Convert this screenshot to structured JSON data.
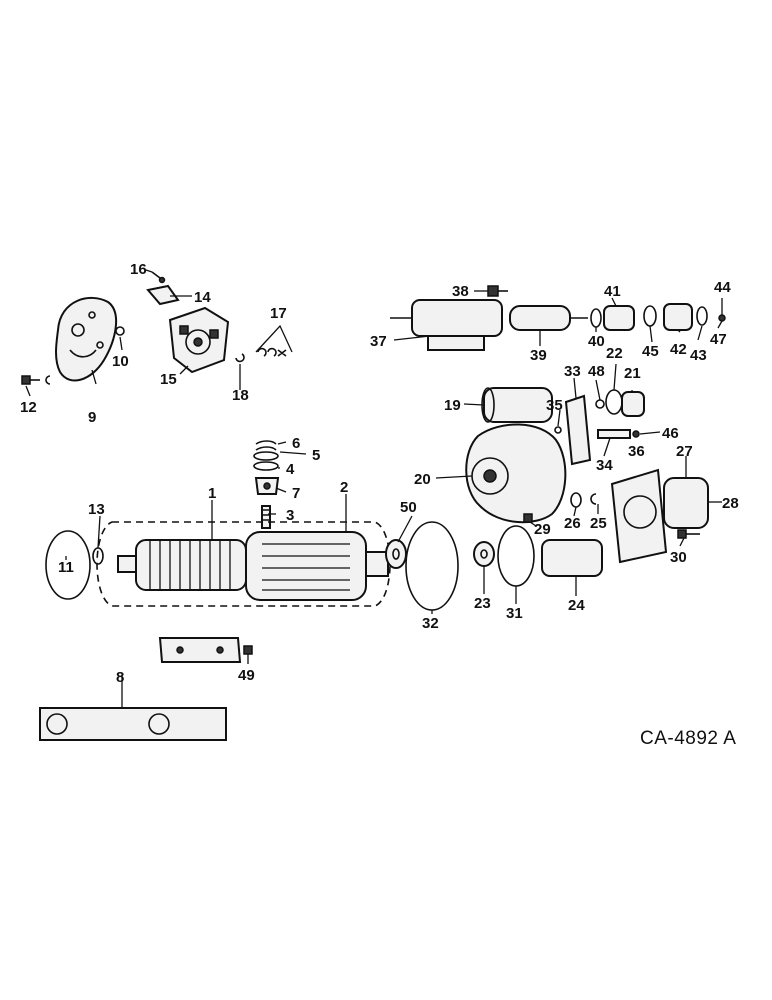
{
  "diagram": {
    "part_labels": [
      "1",
      "2",
      "3",
      "4",
      "5",
      "6",
      "7",
      "8",
      "9",
      "10",
      "11",
      "12",
      "13",
      "14",
      "15",
      "16",
      "17",
      "18",
      "19",
      "20",
      "21",
      "22",
      "23",
      "24",
      "25",
      "26",
      "27",
      "28",
      "29",
      "30",
      "31",
      "32",
      "33",
      "34",
      "35",
      "36",
      "37",
      "38",
      "39",
      "40",
      "41",
      "42",
      "43",
      "44",
      "45",
      "46",
      "47",
      "48",
      "49",
      "50"
    ],
    "drawing_code": "CA-4892 A"
  }
}
